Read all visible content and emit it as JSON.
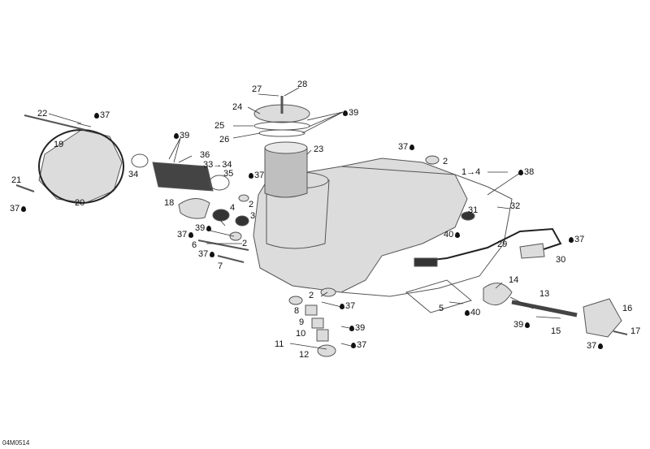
{
  "diagram": {
    "reference_code": "04M0514",
    "colors": {
      "part_fill": "#d9d9d9",
      "part_stroke": "#555555",
      "dark": "#333333",
      "background": "#ffffff"
    },
    "callouts": [
      {
        "id": "c22",
        "text": "22"
      },
      {
        "id": "c37a",
        "text": "37",
        "icon": "drop-icon"
      },
      {
        "id": "c19",
        "text": "19"
      },
      {
        "id": "c21",
        "text": "21"
      },
      {
        "id": "c37b",
        "text": "37",
        "icon": "drop-icon"
      },
      {
        "id": "c20",
        "text": "20"
      },
      {
        "id": "c39a",
        "text": "39",
        "icon": "drop-icon"
      },
      {
        "id": "c36",
        "text": "36"
      },
      {
        "id": "c34a",
        "text": "34"
      },
      {
        "id": "c33",
        "text": "33→34"
      },
      {
        "id": "c35",
        "text": "35"
      },
      {
        "id": "c37c",
        "text": "37",
        "icon": "drop-icon"
      },
      {
        "id": "c18",
        "text": "18"
      },
      {
        "id": "c4a",
        "text": "4"
      },
      {
        "id": "c3",
        "text": "3"
      },
      {
        "id": "c2a",
        "text": "2"
      },
      {
        "id": "c39b",
        "text": "39",
        "icon": "drop-icon"
      },
      {
        "id": "c37d",
        "text": "37",
        "icon": "drop-icon"
      },
      {
        "id": "c2b",
        "text": "2"
      },
      {
        "id": "c6",
        "text": "6"
      },
      {
        "id": "c37e",
        "text": "37",
        "icon": "drop-icon"
      },
      {
        "id": "c7",
        "text": "7"
      },
      {
        "id": "c27",
        "text": "27"
      },
      {
        "id": "c28",
        "text": "28"
      },
      {
        "id": "c24",
        "text": "24"
      },
      {
        "id": "c39c",
        "text": "39",
        "icon": "drop-icon"
      },
      {
        "id": "c25",
        "text": "25"
      },
      {
        "id": "c26",
        "text": "26"
      },
      {
        "id": "c23",
        "text": "23"
      },
      {
        "id": "c37f",
        "text": "37",
        "icon": "drop-icon"
      },
      {
        "id": "c2c",
        "text": "2"
      },
      {
        "id": "c1",
        "text": "1→4"
      },
      {
        "id": "c38",
        "text": "38",
        "icon": "drop-icon"
      },
      {
        "id": "c32",
        "text": "32"
      },
      {
        "id": "c31",
        "text": "31"
      },
      {
        "id": "c40a",
        "text": "40",
        "icon": "drop-icon"
      },
      {
        "id": "c29",
        "text": "29"
      },
      {
        "id": "c37g",
        "text": "37",
        "icon": "drop-icon"
      },
      {
        "id": "c30",
        "text": "30"
      },
      {
        "id": "c14",
        "text": "14"
      },
      {
        "id": "c13",
        "text": "13"
      },
      {
        "id": "c5",
        "text": "5"
      },
      {
        "id": "c40b",
        "text": "40",
        "icon": "drop-icon"
      },
      {
        "id": "c16",
        "text": "16"
      },
      {
        "id": "c39d",
        "text": "39",
        "icon": "drop-icon"
      },
      {
        "id": "c15",
        "text": "15"
      },
      {
        "id": "c17",
        "text": "17"
      },
      {
        "id": "c37h",
        "text": "37",
        "icon": "drop-icon"
      },
      {
        "id": "c2d",
        "text": "2"
      },
      {
        "id": "c37i",
        "text": "37",
        "icon": "drop-icon"
      },
      {
        "id": "c8",
        "text": "8"
      },
      {
        "id": "c9",
        "text": "9"
      },
      {
        "id": "c39e",
        "text": "39",
        "icon": "drop-icon"
      },
      {
        "id": "c10",
        "text": "10"
      },
      {
        "id": "c11",
        "text": "11"
      },
      {
        "id": "c37j",
        "text": "37",
        "icon": "drop-icon"
      },
      {
        "id": "c12",
        "text": "12"
      }
    ]
  }
}
